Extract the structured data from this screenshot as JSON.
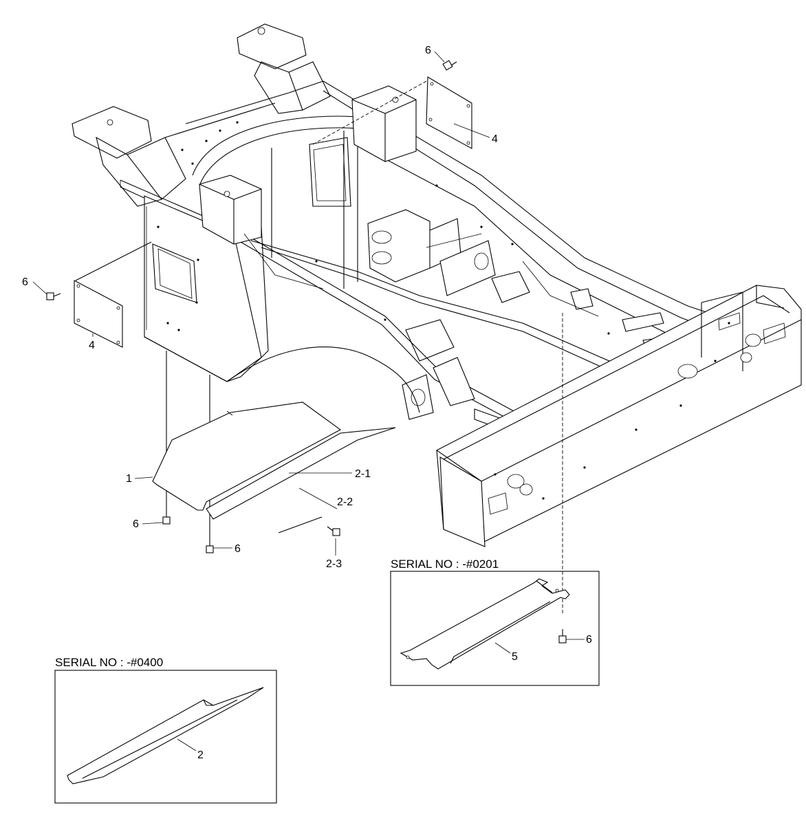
{
  "labels": {
    "p1": "1",
    "p2": "2",
    "p2_1": "2-1",
    "p2_2": "2-2",
    "p2_3": "2-3",
    "p4_top": "4",
    "p4_left": "4",
    "p5": "5",
    "p6_top": "6",
    "p6_left": "6",
    "p6_bolt_a": "6",
    "p6_bolt_b": "6",
    "p6_right": "6"
  },
  "inset_right": {
    "serial": "SERIAL NO : -#0201"
  },
  "inset_left": {
    "serial": "SERIAL NO : -#0400"
  }
}
